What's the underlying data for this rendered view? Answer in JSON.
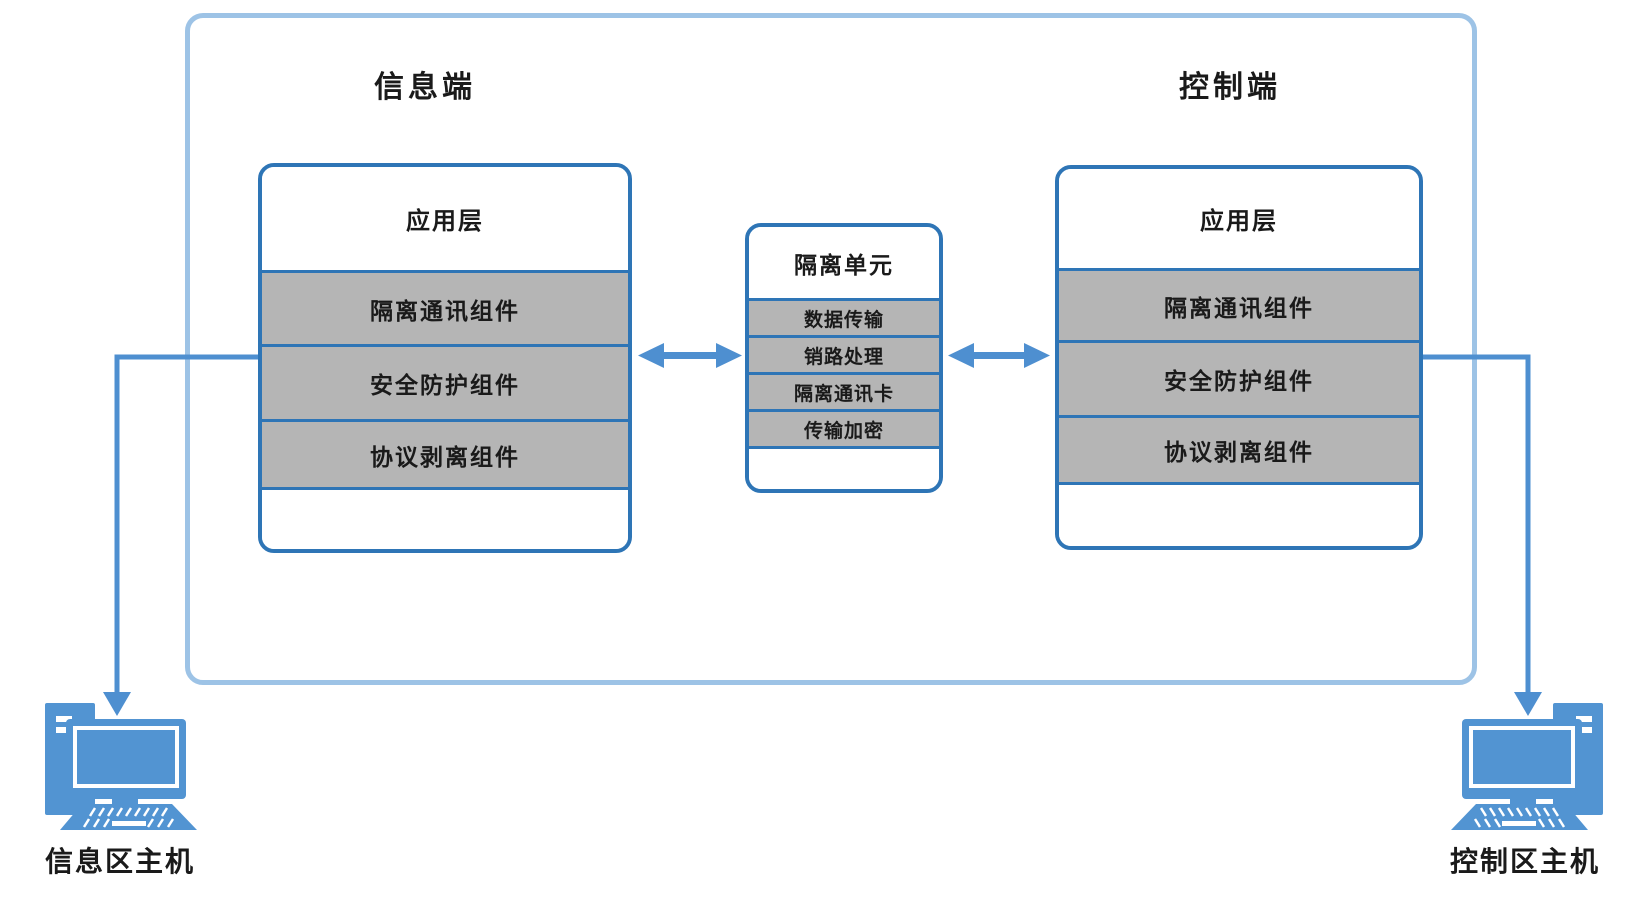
{
  "diagram": {
    "info_side": {
      "title": "信息端",
      "app_layer": {
        "title": "应用层",
        "rows": [
          "隔离通讯组件",
          "安全防护组件",
          "协议剥离组件"
        ]
      },
      "host_label": "信息区主机"
    },
    "isolation_unit": {
      "title": "隔离单元",
      "rows": [
        "数据传输",
        "销路处理",
        "隔离通讯卡",
        "传输加密"
      ]
    },
    "control_side": {
      "title": "控制端",
      "app_layer": {
        "title": "应用层",
        "rows": [
          "隔离通讯组件",
          "安全防护组件",
          "协议剥离组件"
        ]
      },
      "host_label": "控制区主机"
    },
    "colors": {
      "outer_border": "#9DC3E6",
      "box_border": "#2E75B6",
      "row_fill": "#B5B5B5",
      "arrow": "#4E8FD0",
      "computer": "#5294D2",
      "text": "#1a1a1a"
    }
  }
}
